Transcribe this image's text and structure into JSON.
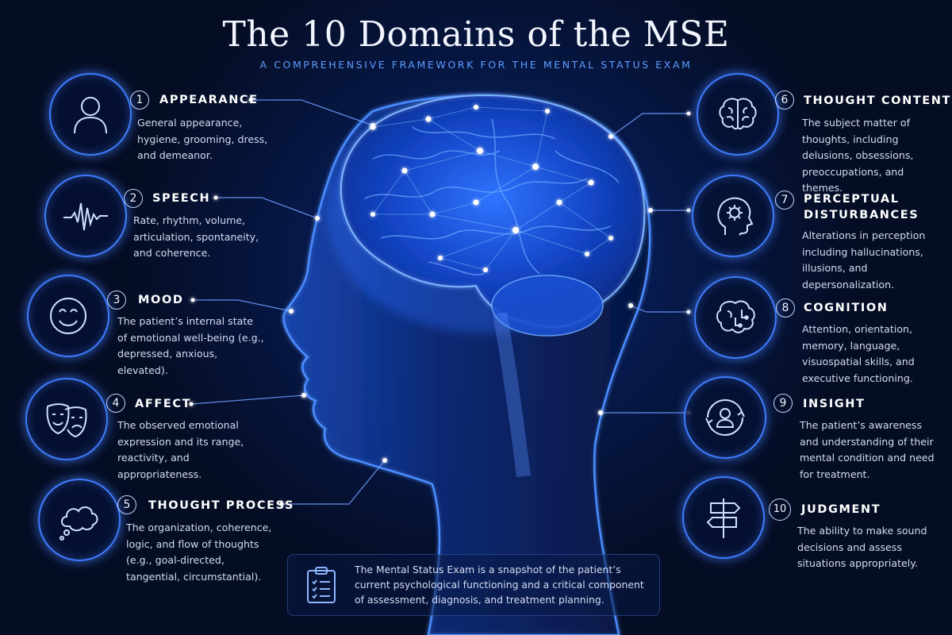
{
  "title": "The 10 Domains of the MSE",
  "subtitle": "A COMPREHENSIVE FRAMEWORK FOR THE MENTAL STATUS EXAM",
  "domains": [
    {
      "number": "1",
      "name": "APPEARANCE",
      "description": "General appearance, hygiene, grooming, dress, and demeanor.",
      "icon": "person-icon"
    },
    {
      "number": "2",
      "name": "SPEECH",
      "description": "Rate, rhythm, volume, articulation, spontaneity, and coherence.",
      "icon": "waveform-icon"
    },
    {
      "number": "3",
      "name": "MOOD",
      "description": "The patient’s internal state of emotional well-being (e.g., depressed, anxious, elevated).",
      "icon": "smiley-face-icon"
    },
    {
      "number": "4",
      "name": "AFFECT",
      "description": "The observed emotional expression and its range, reactivity, and appropriateness.",
      "icon": "masks-icon"
    },
    {
      "number": "5",
      "name": "THOUGHT PROCESS",
      "description": "The organization, coherence, logic, and flow of thoughts (e.g., goal-directed, tangential, circumstantial).",
      "icon": "thought-cloud-icon"
    },
    {
      "number": "6",
      "name": "THOUGHT CONTENT",
      "description": "The subject matter of thoughts, including delusions, obsessions, preoccupations, and themes.",
      "icon": "brain-icon"
    },
    {
      "number": "7",
      "name": "PERCEPTUAL DISTURBANCES",
      "description": "Alterations in perception including hallucinations, illusions, and depersonalization.",
      "icon": "head-gear-icon"
    },
    {
      "number": "8",
      "name": "COGNITION",
      "description": "Attention, orientation, memory, language, visuospatial skills, and executive functioning.",
      "icon": "brain-circuit-icon"
    },
    {
      "number": "9",
      "name": "INSIGHT",
      "description": "The patient’s awareness and understanding of their mental condition and need for treatment.",
      "icon": "self-awareness-icon"
    },
    {
      "number": "10",
      "name": "JUDGMENT",
      "description": "The ability to make sound decisions and assess situations appropriately.",
      "icon": "signpost-icon"
    }
  ],
  "footer": {
    "text": "The Mental Status Exam is a snapshot of the patient’s current psychological functioning and a critical component of assessment, diagnosis, and treatment planning.",
    "icon": "clipboard-checklist-icon"
  },
  "colors": {
    "background": "#050d24",
    "accent": "#3f7dff",
    "glow": "#7fc4ff",
    "text": "#d4dcf2"
  }
}
